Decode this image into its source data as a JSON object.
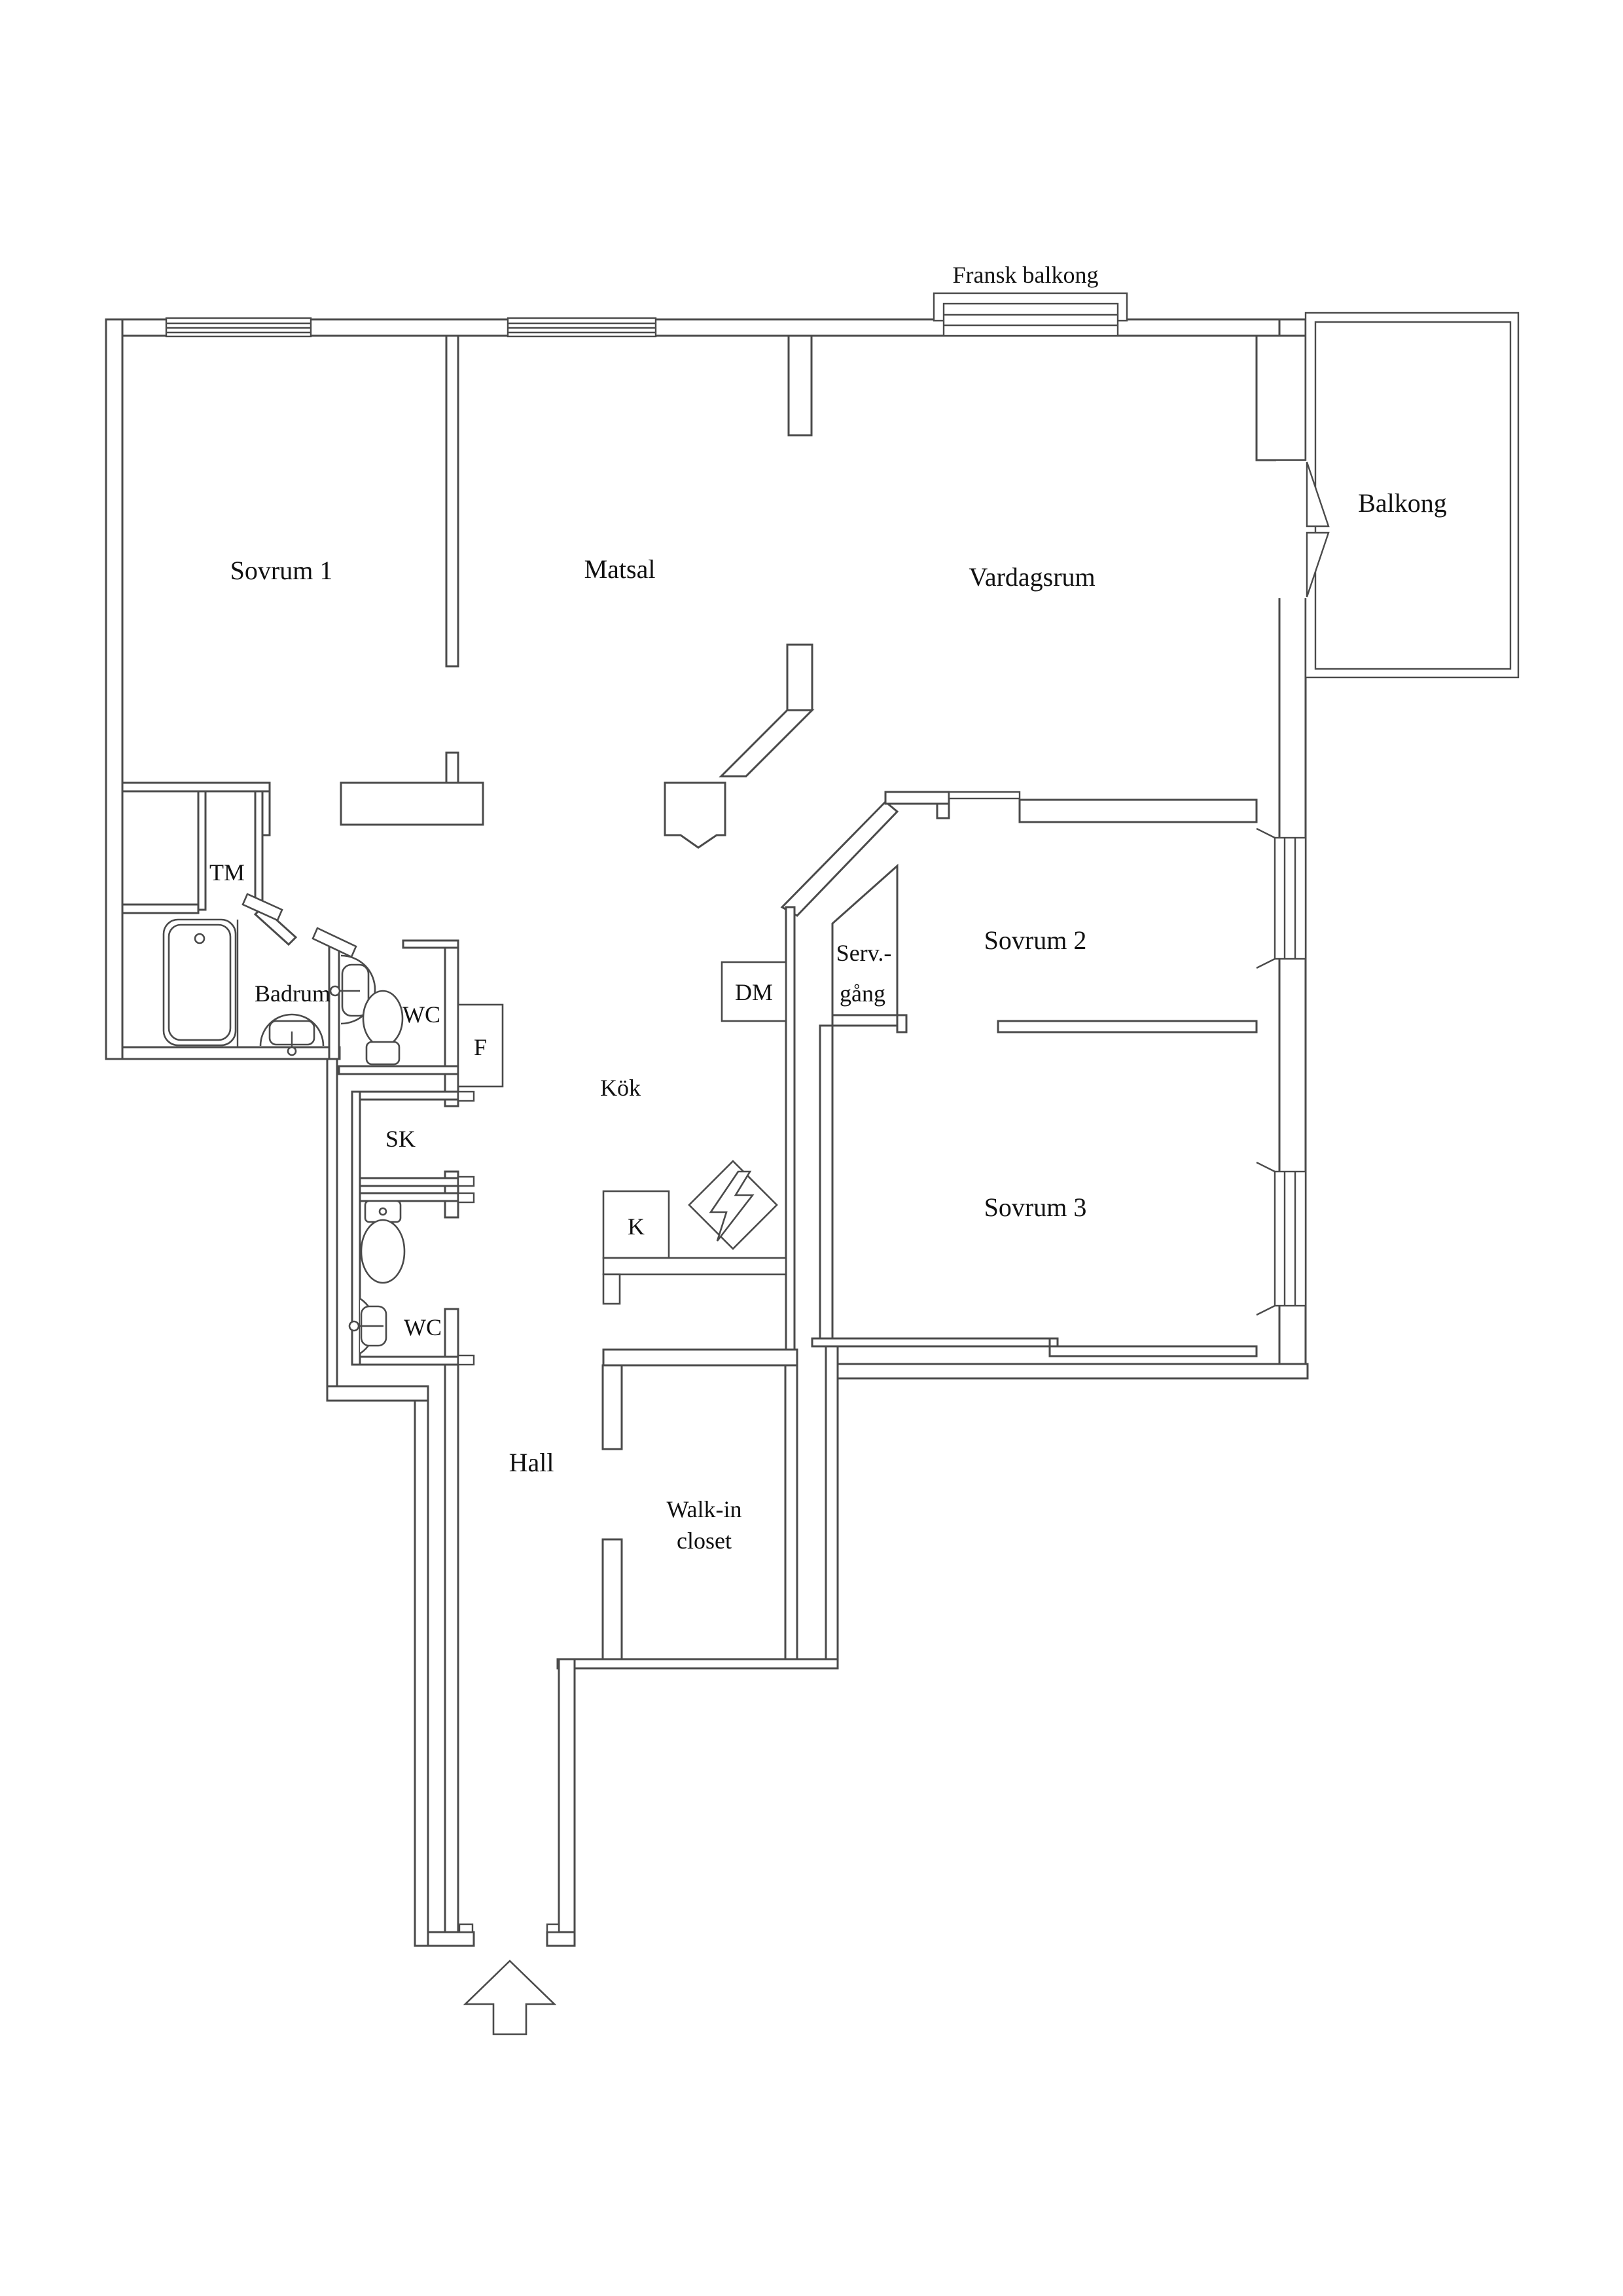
{
  "title": "Apartment floor plan",
  "colors": {
    "wall": "#4a4a4a",
    "background": "#ffffff",
    "text": "#111111"
  },
  "labels": {
    "fransk_balkong": {
      "text": "Fransk balkong"
    },
    "sovrum1": {
      "text": "Sovrum 1"
    },
    "matsal": {
      "text": "Matsal"
    },
    "vardagsrum": {
      "text": "Vardagsrum"
    },
    "balkong": {
      "text": "Balkong"
    },
    "tm": {
      "text": "TM"
    },
    "badrum": {
      "text": "Badrum"
    },
    "wc_upper": {
      "text": "WC"
    },
    "f": {
      "text": "F"
    },
    "sk": {
      "text": "SK"
    },
    "dm": {
      "text": "DM"
    },
    "kok": {
      "text": "Kök"
    },
    "servgang_1": {
      "text": "Serv.-"
    },
    "servgang_2": {
      "text": "gång"
    },
    "sovrum2": {
      "text": "Sovrum 2"
    },
    "k": {
      "text": "K"
    },
    "wc_lower": {
      "text": "WC"
    },
    "sovrum3": {
      "text": "Sovrum 3"
    },
    "hall": {
      "text": "Hall"
    },
    "walkin_1": {
      "text": "Walk-in"
    },
    "walkin_2": {
      "text": "closet"
    }
  }
}
